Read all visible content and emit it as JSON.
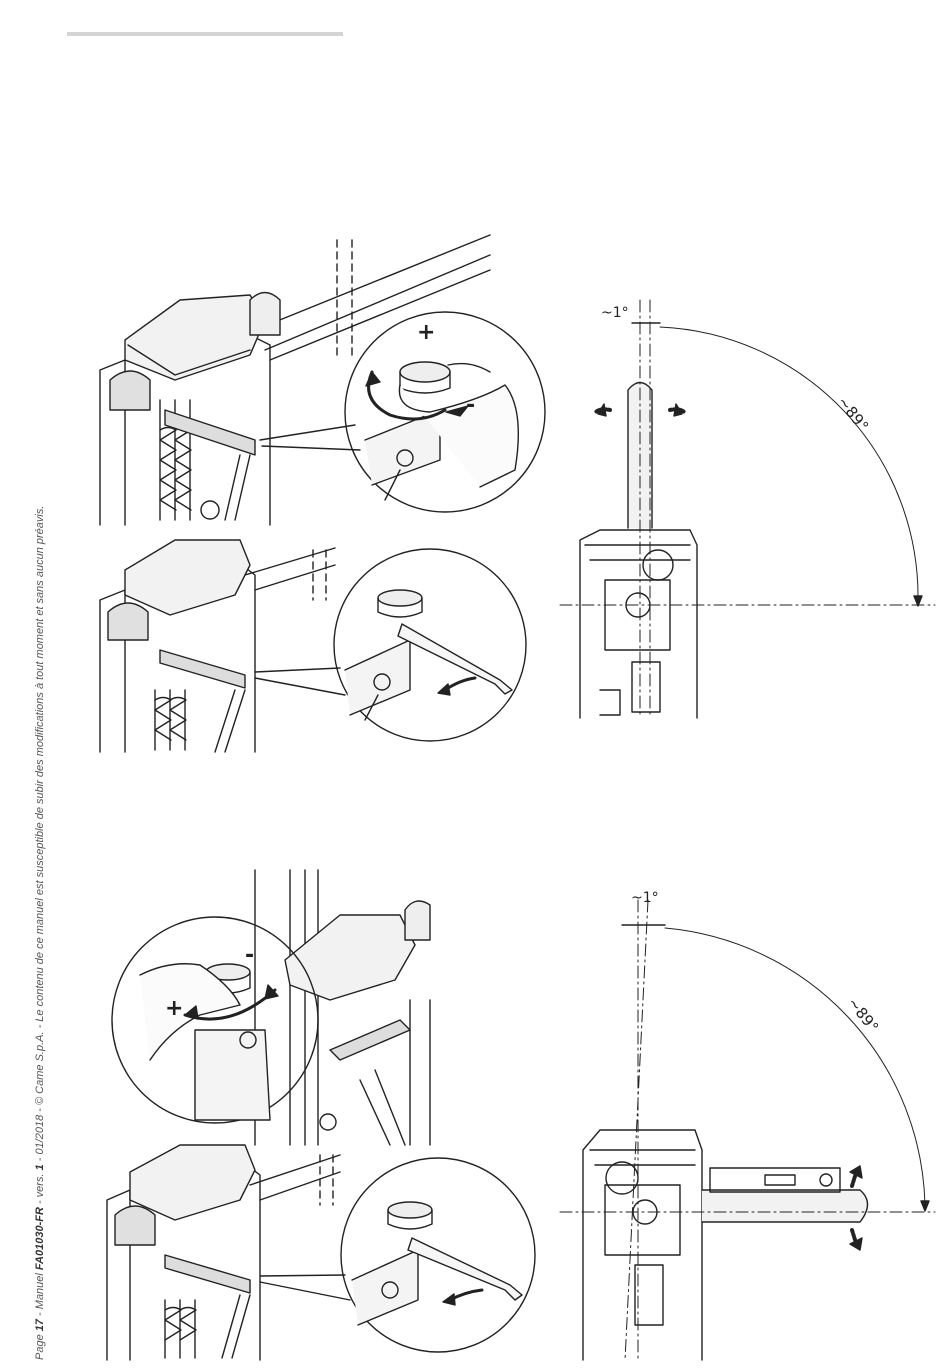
{
  "footer": {
    "page_prefix": "Page ",
    "page_number": "17",
    "manual_prefix": " - Manuel ",
    "manual_code": "FA01030-FR",
    "version_prefix": " - vers. ",
    "version": "1",
    "date_notice": " - 01/2018 - © Came S.p.A. - Le contenu de ce manuel est susceptible de subir des modifications à tout moment et sans aucun préavis."
  },
  "labels": {
    "angle_small": "~1°",
    "angle_large": "~89°",
    "plus": "+",
    "minus": "-"
  }
}
